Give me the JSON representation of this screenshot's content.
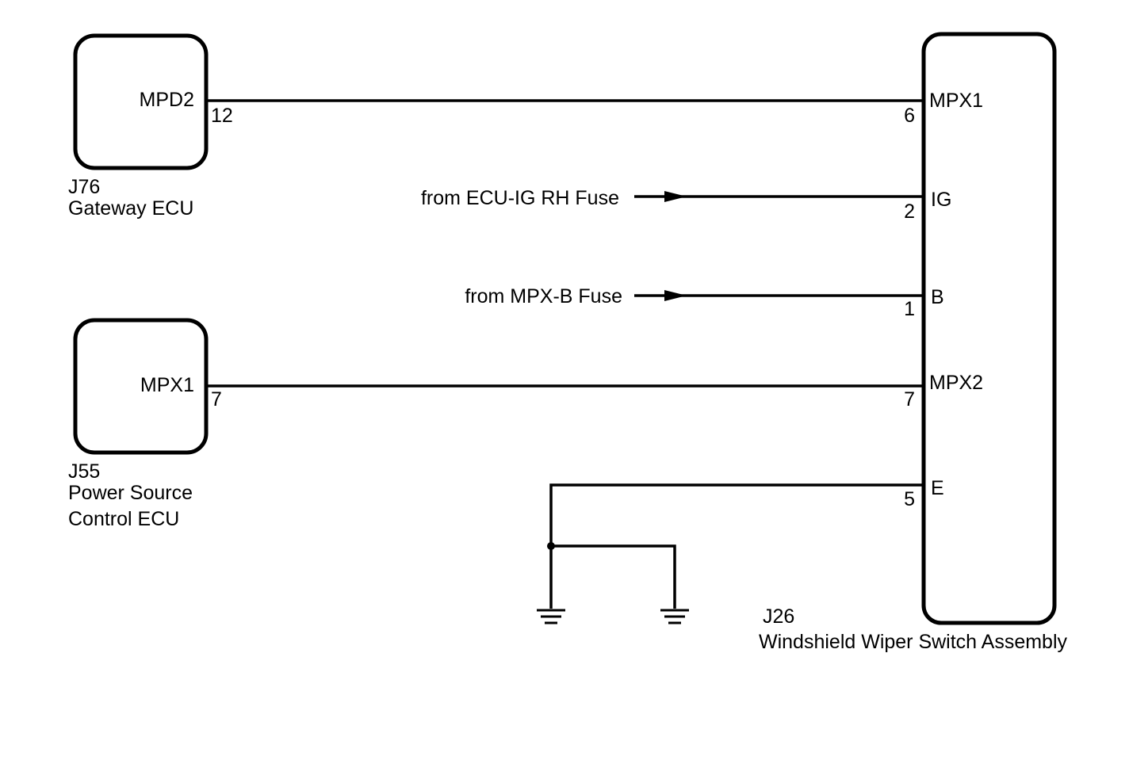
{
  "components": {
    "gateway": {
      "id": "J76",
      "name": "Gateway ECU",
      "pin_name": "MPD2",
      "pin_number": "12"
    },
    "power_source": {
      "id": "J55",
      "name_line1": "Power Source",
      "name_line2": "Control ECU",
      "pin_name": "MPX1",
      "pin_number": "7"
    },
    "wiper_switch": {
      "id": "J26",
      "name": "Windshield Wiper Switch Assembly",
      "pins": [
        {
          "name": "MPX1",
          "number": "6"
        },
        {
          "name": "IG",
          "number": "2"
        },
        {
          "name": "B",
          "number": "1"
        },
        {
          "name": "MPX2",
          "number": "7"
        },
        {
          "name": "E",
          "number": "5"
        }
      ]
    }
  },
  "sources": {
    "ig_fuse": "from ECU-IG RH Fuse",
    "mpx_b_fuse": "from MPX-B Fuse"
  }
}
